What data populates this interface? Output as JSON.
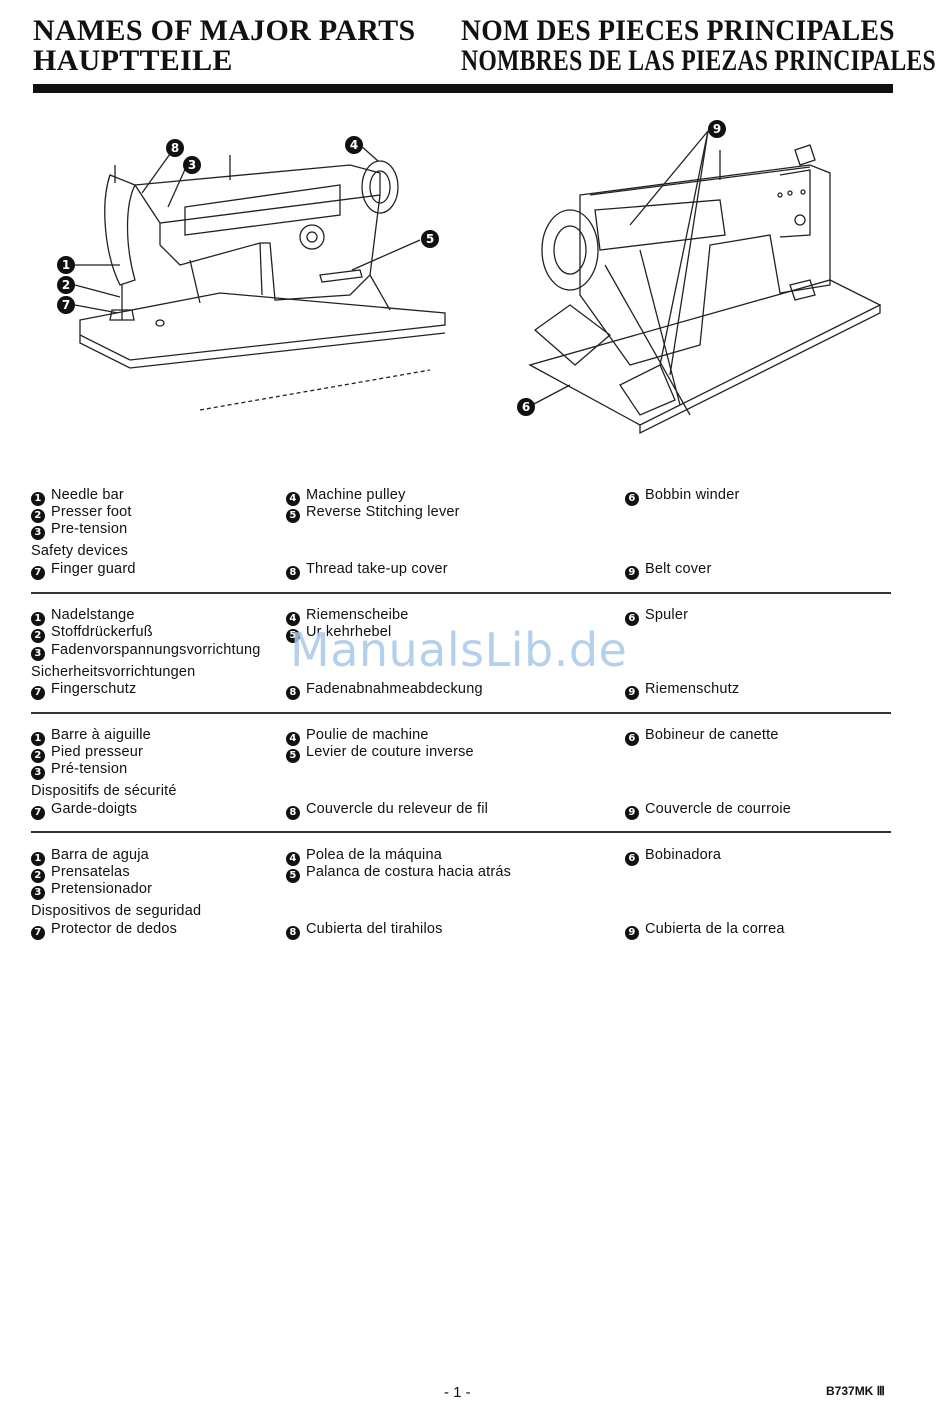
{
  "titles": {
    "en": "NAMES OF MAJOR PARTS",
    "de": "HAUPTTEILE",
    "fr": "NOM DES PIECES PRINCIPALES",
    "es": "NOMBRES DE LAS PIEZAS PRINCIPALES"
  },
  "callouts": {
    "c1": "1",
    "c2": "2",
    "c3": "3",
    "c4": "4",
    "c5": "5",
    "c6": "6",
    "c7": "7",
    "c8": "8",
    "c9": "9"
  },
  "sections": {
    "en": {
      "needle_bar": "Needle bar",
      "presser_foot": "Presser foot",
      "pre_tension": "Pre-tension",
      "safety": "Safety devices",
      "finger_guard": "Finger guard",
      "machine_pulley": "Machine pulley",
      "reverse_lever": "Reverse Stitching lever",
      "takeup_cover": "Thread take-up cover",
      "bobbin_winder": "Bobbin winder",
      "belt_cover": "Belt cover"
    },
    "de": {
      "needle_bar": "Nadelstange",
      "presser_foot": "Stoffdrückerfuß",
      "pre_tension": "Fadenvorspannungsvorrichtung",
      "safety": "Sicherheitsvorrichtungen",
      "finger_guard": "Fingerschutz",
      "machine_pulley": "Riemenscheibe",
      "reverse_lever": "Ur  kehrhebel",
      "takeup_cover": "Fadenabnahmeabdeckung",
      "bobbin_winder": "Spuler",
      "belt_cover": "Riemenschutz"
    },
    "fr": {
      "needle_bar": "Barre à aiguille",
      "presser_foot": "Pied presseur",
      "pre_tension": "Pré-tension",
      "safety": "Dispositifs de sécurité",
      "finger_guard": "Garde-doigts",
      "machine_pulley": "Poulie de machine",
      "reverse_lever": "Levier de couture inverse",
      "takeup_cover": "Couvercle du releveur de fil",
      "bobbin_winder": "Bobineur de canette",
      "belt_cover": "Couvercle de courroie"
    },
    "es": {
      "needle_bar": "Barra de aguja",
      "presser_foot": "Prensatelas",
      "pre_tension": "Pretensionador",
      "safety": "Dispositivos de seguridad",
      "finger_guard": "Protector de dedos",
      "machine_pulley": "Polea de la máquina",
      "reverse_lever": "Palanca de costura hacia atrás",
      "takeup_cover": "Cubierta del tirahilos",
      "bobbin_winder": "Bobinadora",
      "belt_cover": "Cubierta de la correa"
    }
  },
  "watermark": "ManualsLib.de",
  "footer": {
    "page": "- 1 -",
    "model": "B737MK Ⅲ"
  },
  "colors": {
    "ink": "#111111",
    "watermark": "#a9c8ea"
  }
}
